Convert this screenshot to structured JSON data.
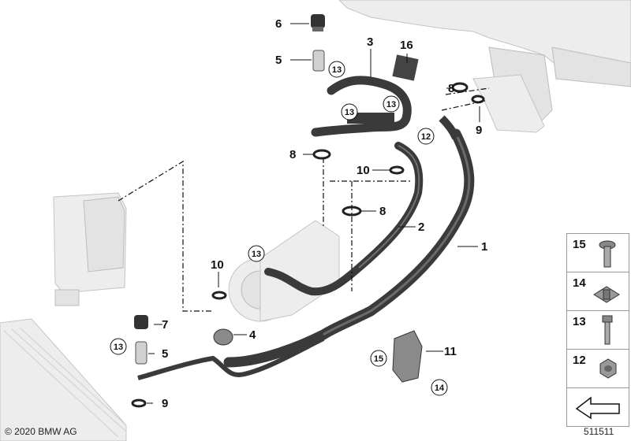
{
  "callouts": [
    {
      "id": "c1",
      "label": "1"
    },
    {
      "id": "c2",
      "label": "2"
    },
    {
      "id": "c3",
      "label": "3"
    },
    {
      "id": "c4",
      "label": "4"
    },
    {
      "id": "c5a",
      "label": "5"
    },
    {
      "id": "c5b",
      "label": "5"
    },
    {
      "id": "c6",
      "label": "6"
    },
    {
      "id": "c7",
      "label": "7"
    },
    {
      "id": "c8a",
      "label": "8"
    },
    {
      "id": "c8b",
      "label": "8"
    },
    {
      "id": "c8c",
      "label": "8"
    },
    {
      "id": "c9a",
      "label": "9"
    },
    {
      "id": "c9b",
      "label": "9"
    },
    {
      "id": "c10a",
      "label": "10"
    },
    {
      "id": "c10b",
      "label": "10"
    },
    {
      "id": "c11",
      "label": "11"
    },
    {
      "id": "c16",
      "label": "16"
    }
  ],
  "circled_callouts": [
    {
      "id": "k13a",
      "label": "13"
    },
    {
      "id": "k13b",
      "label": "13"
    },
    {
      "id": "k13c",
      "label": "13"
    },
    {
      "id": "k13d",
      "label": "13"
    },
    {
      "id": "k13e",
      "label": "13"
    },
    {
      "id": "k12",
      "label": "12"
    },
    {
      "id": "k15",
      "label": "15"
    },
    {
      "id": "k14",
      "label": "14"
    }
  ],
  "legend": [
    {
      "label": "15",
      "icon": "screw-icon"
    },
    {
      "label": "14",
      "icon": "clip-nut-icon"
    },
    {
      "label": "13",
      "icon": "bolt-icon"
    },
    {
      "label": "12",
      "icon": "hex-nut-icon"
    },
    {
      "label": "",
      "icon": "arrow-icon"
    }
  ],
  "footer": {
    "copyright": "© 2020 BMW AG",
    "ref": "511511"
  },
  "colors": {
    "hose": "#3a3a3a",
    "hose_highlight": "#6a6a6a",
    "ghost": "#ededed",
    "text": "#111111"
  }
}
